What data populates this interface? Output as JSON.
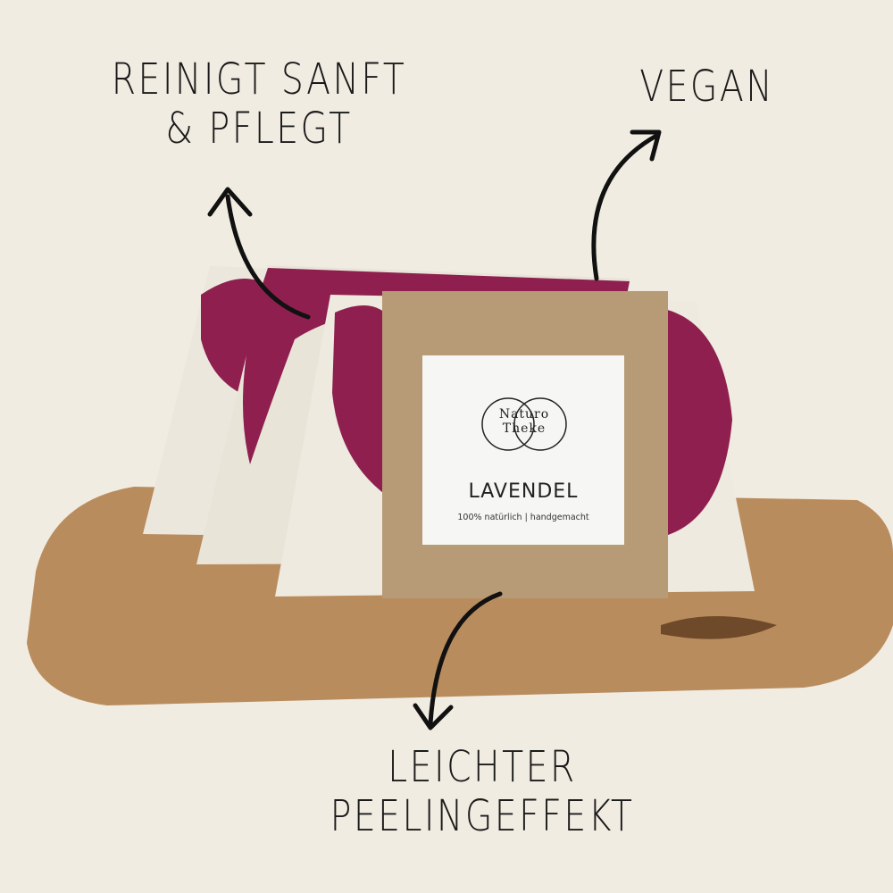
{
  "annotations": {
    "top_left": "REINIGT SANFT & PFLEGT",
    "top_right": "VEGAN",
    "bottom": "LEICHTER PEELINGEFFEKT"
  },
  "label": {
    "brand": "Naturo Theke",
    "product": "LAVENDEL",
    "tagline": "100% natürlich | handgemacht"
  },
  "colors": {
    "background": "#f1ece1",
    "soap_swirl": "#8e1f4e",
    "soap_base": "#eeeadf",
    "kraft_band": "#b79a76",
    "wood": "#b98c5e"
  }
}
